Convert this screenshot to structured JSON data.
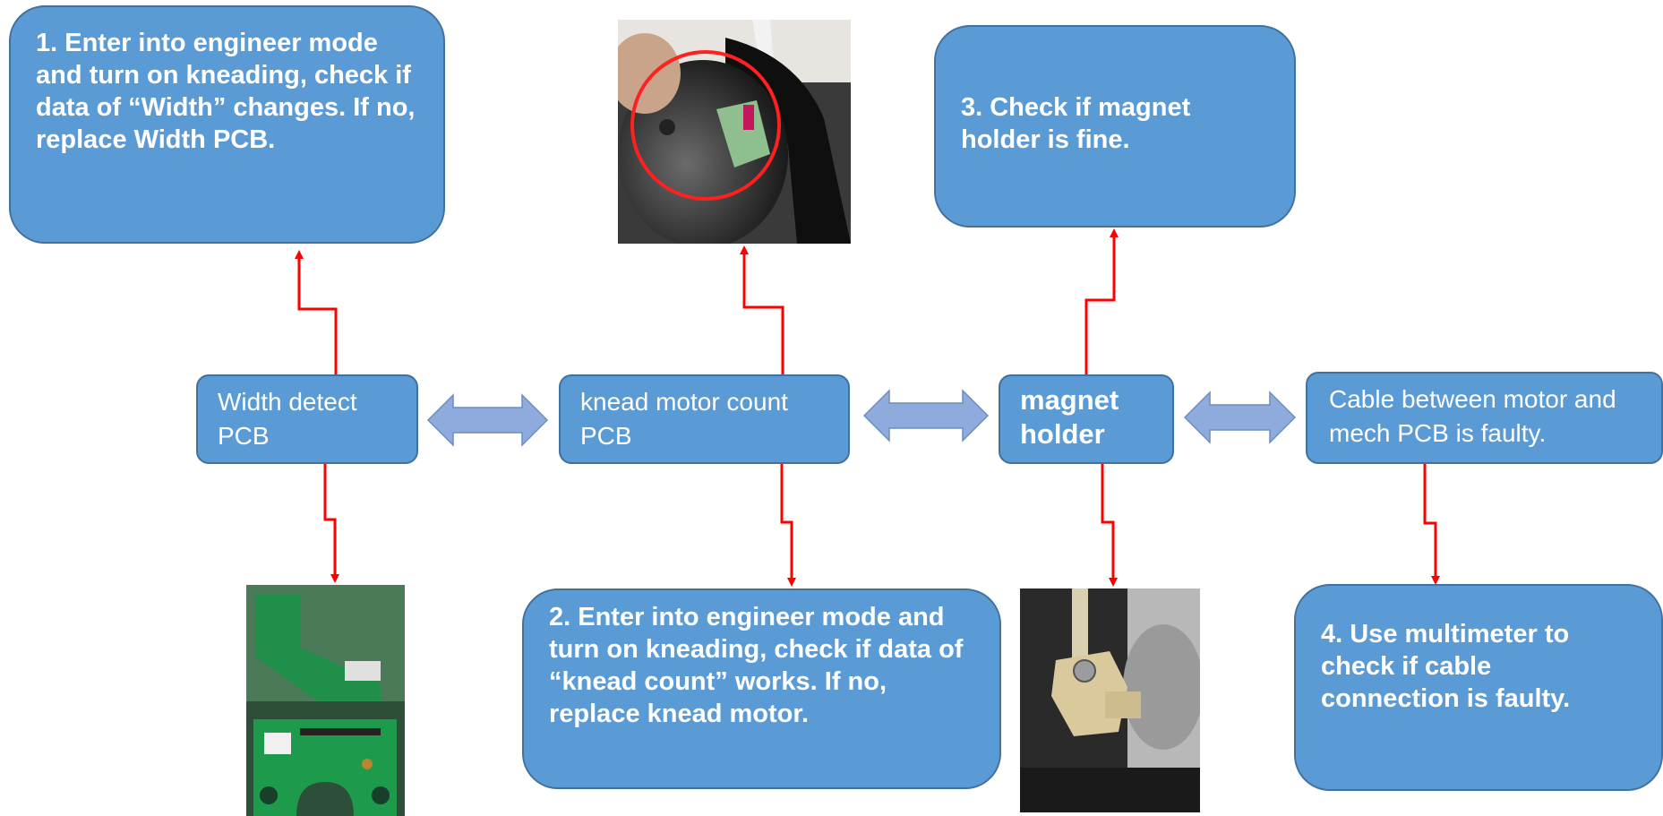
{
  "steps": {
    "step1": "1. Enter into engineer mode and turn on kneading, check if data of “Width” changes. If no, replace Width PCB.",
    "step2": "2. Enter into engineer mode and turn on kneading, check if data of “knead count” works. If no, replace knead motor.",
    "step3": "3. Check if magnet holder is fine.",
    "step4": "4.  Use multimeter to check if cable connection is faulty."
  },
  "nodes": {
    "width_pcb": "Width detect PCB",
    "knead_pcb": "knead motor count PCB",
    "magnet_holder": "magnet holder",
    "cable": "Cable between motor and mech PCB is faulty."
  },
  "photos": {
    "top": "knead motor count PCB photo",
    "width_pcb": "Width detect PCB photo",
    "magnet_holder": "magnet holder photo"
  },
  "colors": {
    "box_fill": "#5b9bd5",
    "box_border": "#41719c",
    "arrow": "#ff0000",
    "double_arrow": "#8faadc"
  }
}
